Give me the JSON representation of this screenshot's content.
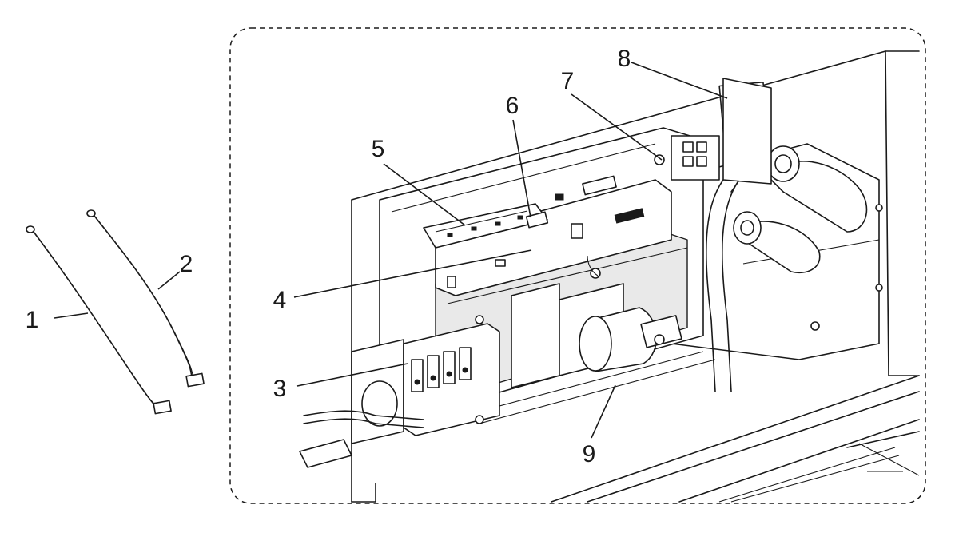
{
  "diagram": {
    "callouts": [
      {
        "label": "1"
      },
      {
        "label": "2"
      },
      {
        "label": "3"
      },
      {
        "label": "4"
      },
      {
        "label": "5"
      },
      {
        "label": "6"
      },
      {
        "label": "7"
      },
      {
        "label": "8"
      },
      {
        "label": "9"
      }
    ]
  },
  "colors": {
    "line": "#1a1a1a",
    "background": "#ffffff",
    "shade": "#e9e9e9"
  }
}
